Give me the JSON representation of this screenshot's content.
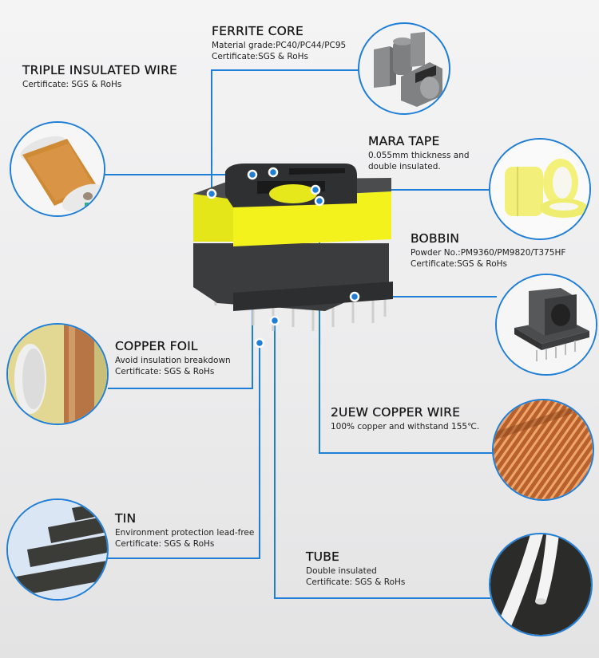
{
  "accent_color": "#1f7ed6",
  "components": {
    "ferrite_core": {
      "title": "FERRITE CORE",
      "line1": "Material grade:PC40/PC44/PC95",
      "line2": "Certificate:SGS & RoHs",
      "image": "ferrite-core-pieces"
    },
    "triple_insulated_wire": {
      "title": "TRIPLE INSULATED WIRE",
      "line1": "Certificate:  SGS & RoHs",
      "image": "wire-spool"
    },
    "mara_tape": {
      "title": "MARA TAPE",
      "line1": "0.055mm thickness and",
      "line2": "double insulated.",
      "image": "yellow-tape-rolls"
    },
    "bobbin": {
      "title": "BOBBIN",
      "line1": "Powder No.:PM9360/PM9820/T375HF",
      "line2": "Certificate:SGS & RoHs",
      "image": "black-bobbin"
    },
    "copper_foil": {
      "title": "COPPER FOIL",
      "line1": "Avoid insulation breakdown",
      "line2": "Certificate:  SGS & RoHs",
      "image": "copper-foil-roll"
    },
    "copper_wire": {
      "title": "2UEW COPPER WIRE",
      "line1": "100% copper and withstand 155℃.",
      "image": "copper-coil"
    },
    "tin": {
      "title": "TIN",
      "line1": "Environment protection lead-free",
      "line2": "Certificate:  SGS & RoHs",
      "image": "solder-bars"
    },
    "tube": {
      "title": "TUBE",
      "line1": "Double insulated",
      "line2": "Certificate:  SGS & RoHs",
      "image": "white-tubes"
    }
  },
  "center_product": "ee-transformer"
}
